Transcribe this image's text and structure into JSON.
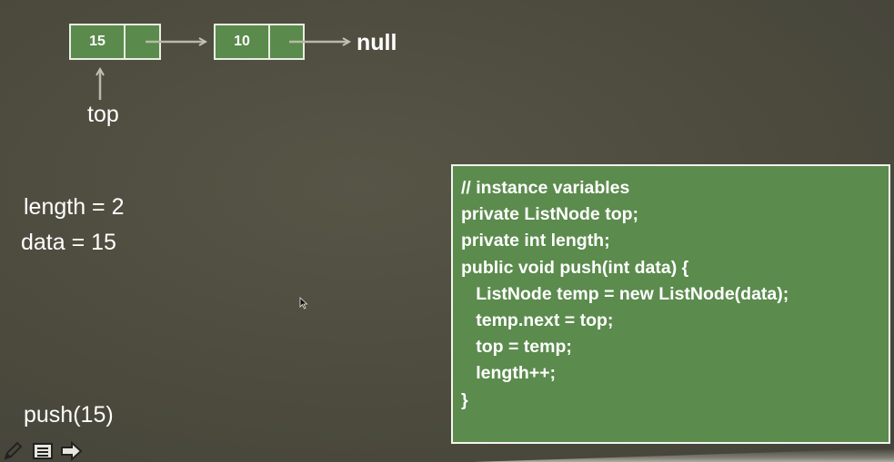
{
  "list": {
    "nodes": [
      {
        "value": "15"
      },
      {
        "value": "10"
      }
    ],
    "terminal": "null",
    "pointer_label": "top"
  },
  "variables": {
    "length_line": "length = 2",
    "data_line": "data = 15"
  },
  "operation": "push(15)",
  "code": [
    "// instance variables",
    "private ListNode top;",
    "private int length;",
    "",
    "public void push(int data) {",
    "   ListNode temp = new ListNode(data);",
    "   temp.next = top;",
    "   top = temp;",
    "   length++;",
    "}"
  ],
  "colors": {
    "background": "#4b4a3d",
    "node_fill": "#5a8a4c",
    "code_fill": "#5b8b4d",
    "arrow": "#b9b9a6"
  },
  "toolbar_icons": [
    "pen-icon",
    "menu-icon",
    "next-arrow-icon"
  ]
}
